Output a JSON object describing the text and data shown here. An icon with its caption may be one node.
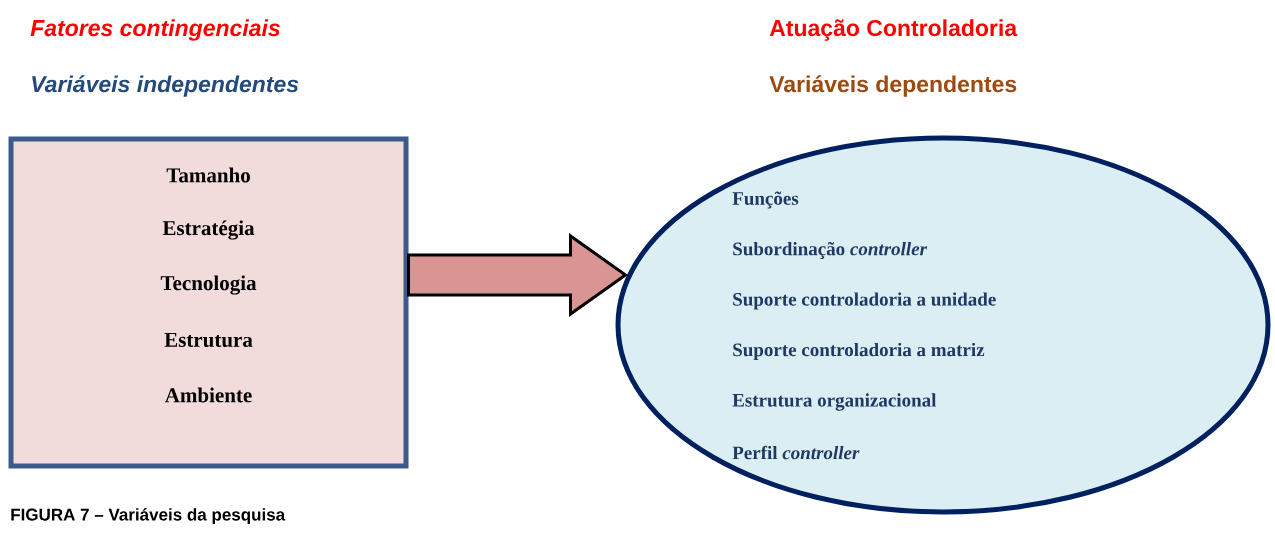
{
  "diagram": {
    "caption": "FIGURA 7 – Variáveis da pesquisa",
    "nodes": [
      {
        "text": [
          "Tamanho",
          "Estratégia",
          "Tecnologia",
          "Estrutura",
          "Ambiente"
        ]
      },
      {
        "text": [
          "Funções",
          "Subordinação *controller*",
          "Suporte controladoria  a unidade",
          "Suporte controladoria a  matriz",
          "Estrutura organizacional",
          "Perfil *controller*"
        ]
      }
    ],
    "edges": [
      {
        "from": 0,
        "to": 1,
        "arrow": "to"
      }
    ],
    "labels": [
      "Fatores contingenciais",
      "Atuação Controladoria",
      "Variáveis independentes",
      "Variáveis dependentes"
    ]
  }
}
